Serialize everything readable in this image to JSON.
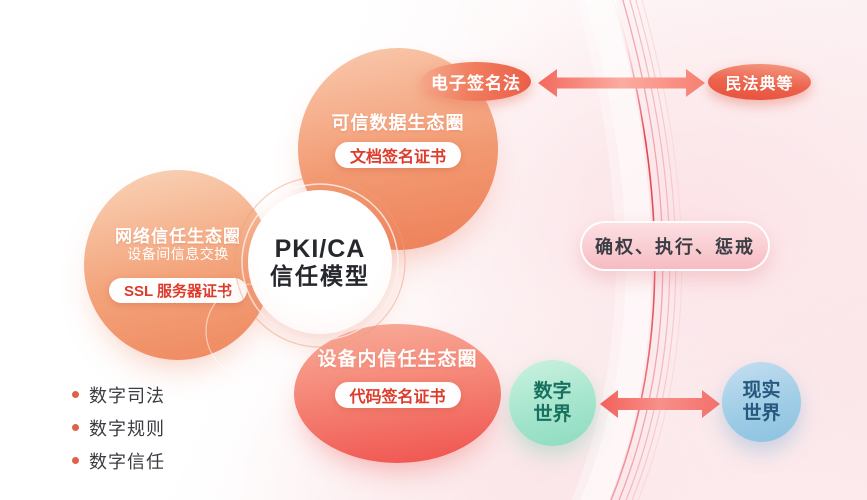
{
  "diagram": {
    "center": {
      "line1": "PKI/CA",
      "line2": "信任模型"
    },
    "ecosystems": {
      "data": {
        "title": "可信数据生态圈",
        "badge": "文档签名证书"
      },
      "network": {
        "title": "网络信任生态圈",
        "subtitle": "设备间信息交换",
        "badge": "SSL 服务器证书"
      },
      "device": {
        "title": "设备内信任生态圈",
        "badge": "代码签名证书"
      }
    },
    "laws": {
      "esign": "电子签名法",
      "civil": "民法典等"
    },
    "governance": "确权、执行、惩戒",
    "worlds": {
      "digital": "数字世界",
      "real": "现实世界"
    },
    "bullets": [
      "数字司法",
      "数字规则",
      "数字信任"
    ],
    "colors": {
      "circle_orange_light": "#f9c7ab",
      "circle_orange_deep": "#ee815b",
      "circle_red_deep": "#f05350",
      "badge_text_red": "#dd3b2b",
      "law_pill_red": "#e7503d",
      "arrow_red": "#f3685e",
      "swath_line_red": "#e2454e",
      "world_teal": "#8fdcc2",
      "world_teal_text": "#18705f",
      "world_blue": "#8dc3e1",
      "world_blue_text": "#26597d",
      "governance_text": "#3a3d45",
      "background_pink": "#fce3e7",
      "bullet_dot": "#e0614b"
    }
  }
}
